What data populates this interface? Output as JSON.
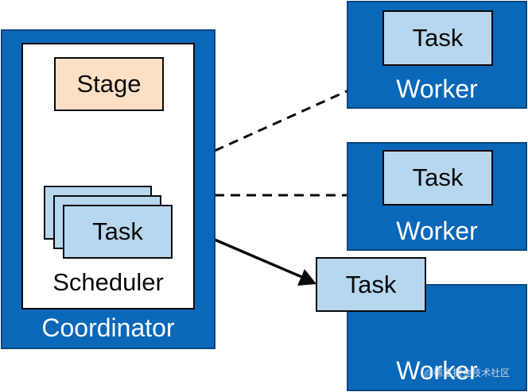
{
  "coordinator": {
    "label": "Coordinator"
  },
  "scheduler": {
    "label": "Scheduler",
    "task_label": "Task"
  },
  "stage": {
    "label": "Stage"
  },
  "workers": [
    {
      "label": "Worker",
      "task_label": "Task"
    },
    {
      "label": "Worker",
      "task_label": "Task"
    },
    {
      "label": "Worker",
      "task_label": "Task"
    }
  ],
  "watermark": "@稀土掘金技术社区"
}
